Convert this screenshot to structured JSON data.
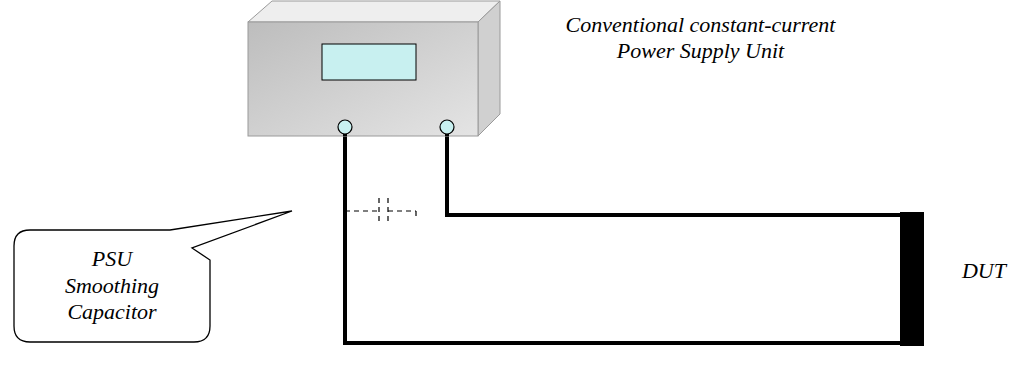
{
  "diagram": {
    "nodes": [
      {
        "text": [
          "Conventional constant-current Power Supply Unit"
        ]
      },
      {
        "text": [
          "PSU Smoothing Capacitor"
        ]
      },
      {
        "text": [
          "DUT"
        ]
      }
    ],
    "edges": [
      {
        "from": 0,
        "to": 2,
        "arrow": "none"
      },
      {
        "from": 0,
        "to": 2,
        "arrow": "none"
      }
    ]
  }
}
